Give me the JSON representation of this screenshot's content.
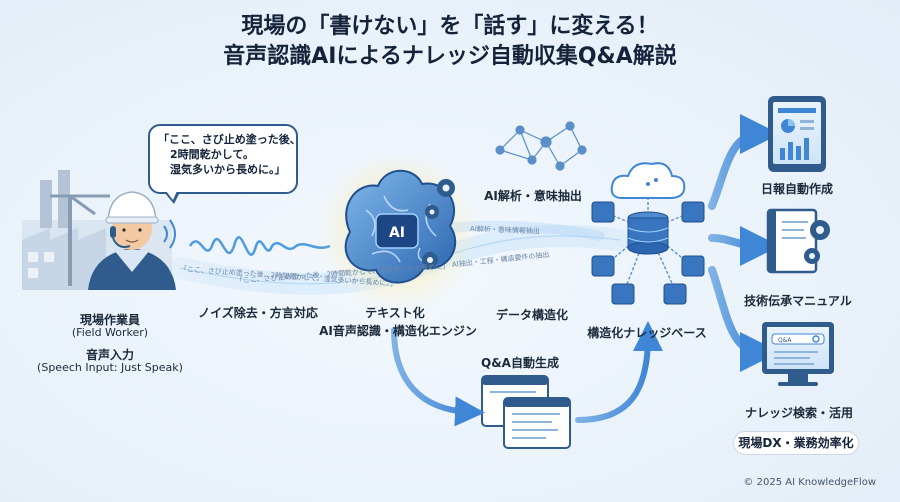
{
  "title": {
    "line1": "現場の「書けない」を「話す」に変える！",
    "line2": "音声認識AIによるナレッジ自動収集Q&A解説"
  },
  "worker": {
    "label": "現場作業員",
    "label_en": "(Field Worker)",
    "input_label": "音声入力",
    "input_label_en": "(Speech Input: Just Speak)"
  },
  "speech_bubble": {
    "lines": [
      "「ここ、さび止め塗った後、",
      "2時間乾かして。",
      "湿気多いから長めに。」"
    ]
  },
  "voice_stream": {
    "line1": "「ここ、さび止め塗った後、2時間乾かして。湿気多いから長めに。」",
    "line2": "「ここ、さび止め塗った後、2時間乾かして、湿気多いから長めに」"
  },
  "steps": {
    "noise": "ノイズ除去・方言対応",
    "text": "テキスト化",
    "engine": "AI音声認識・構造化エンジン",
    "ai_chip": "AI",
    "analysis": "AI解析・意味抽出",
    "analysis_stream": "AI解析・意味情報抽出",
    "structure_stream": "AI抽出・工程・構造要件の抽出",
    "data_struct": "データ構造化",
    "qa": "Q&A自動生成",
    "knowledge_base": "構造化ナレッジベース"
  },
  "outputs": {
    "daily_report": "日報自動作成",
    "manual": "技術伝承マニュアル",
    "search": "ナレッジ検索・活用",
    "search_box": "Q&A",
    "badge": "現場DX・業務効率化"
  },
  "footer": {
    "copyright": "© 2025 AI KnowledgeFlow"
  },
  "colors": {
    "primary": "#2f5b8d",
    "accent": "#3f86d6",
    "light_blue": "#8fc3ef",
    "glow": "#f5d85a",
    "worker_skin": "#f3c9a4",
    "helmet": "#ffffff"
  }
}
